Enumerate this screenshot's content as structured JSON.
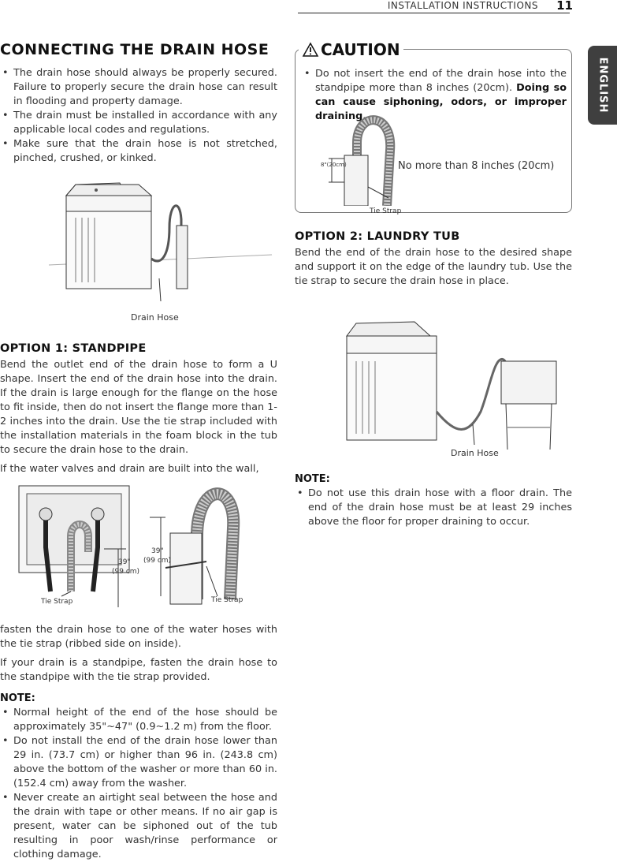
{
  "header": {
    "title": "INSTALLATION INSTRUCTIONS",
    "page": "11"
  },
  "lang_tab": "ENGLISH",
  "left": {
    "title": "CONNECTING THE DRAIN HOSE",
    "bullets": [
      "The drain hose should always be properly secured. Failure to properly secure the drain hose can result in flooding and property damage.",
      "The drain must be installed in accordance with any applicable local codes and regulations.",
      "Make sure that the drain hose is not stretched, pinched, crushed, or kinked."
    ],
    "fig1_label": "Drain Hose",
    "option1_title": "OPTION 1: STANDPIPE",
    "option1_text": "Bend the outlet end of the drain hose to form a U shape. Insert the end of the drain hose into the drain. If the drain is large enough for the flange on the hose to fit inside, then do not insert the flange more than 1-2 inches into the drain. Use the tie strap included with the installation materials in the foam block in the tub to secure the drain hose to the drain.",
    "wall_text": "If the water valves and drain are built into the wall,",
    "fig2": {
      "tie_strap_left": "Tie Strap",
      "tie_strap_right": "Tie Strap",
      "dim_a": "39\"",
      "dim_a_metric": "(99 cm)",
      "dim_b": "39\"",
      "dim_b_metric": "(99 cm)"
    },
    "fasten_text": "fasten the drain hose to one of the water hoses with the tie strap (ribbed side on inside).",
    "standpipe_text": "If your drain is a standpipe, fasten the drain hose to the standpipe with the tie strap provided.",
    "note_title": "NOTE:",
    "notes": [
      "Normal height of the end of the hose should be approximately 35\"~47\" (0.9~1.2 m) from the floor.",
      "Do not install the end of the drain hose lower than 29 in. (73.7 cm) or higher than 96 in. (243.8 cm) above the bottom of the washer or more than 60 in. (152.4 cm) away from the washer.",
      "Never create an airtight seal between the hose and the drain with tape or other means. If no air gap is present, water can be siphoned out of the tub resulting in poor wash/rinse performance or clothing damage."
    ]
  },
  "right": {
    "caution_title": "CAUTION",
    "caution_text": "Do not insert the end of the drain hose into the standpipe more than 8 inches (20cm).",
    "caution_bold": "Doing so can cause siphoning, odors, or improper draining.",
    "caution_fig_label": "No more than 8 inches (20cm)",
    "caution_fig_dim": "8\"(20cm)",
    "caution_fig_tie": "Tie Strap",
    "option2_title": "OPTION 2: LAUNDRY TUB",
    "option2_text": "Bend the end of the drain hose to the desired shape and support it on the edge of the laundry tub. Use the tie strap to secure the drain hose in place.",
    "fig3_label": "Drain Hose",
    "note_title": "NOTE:",
    "notes": [
      "Do not use this drain hose with a floor drain. The end of the drain hose must be at least 29 inches above the floor for proper draining to occur."
    ]
  }
}
